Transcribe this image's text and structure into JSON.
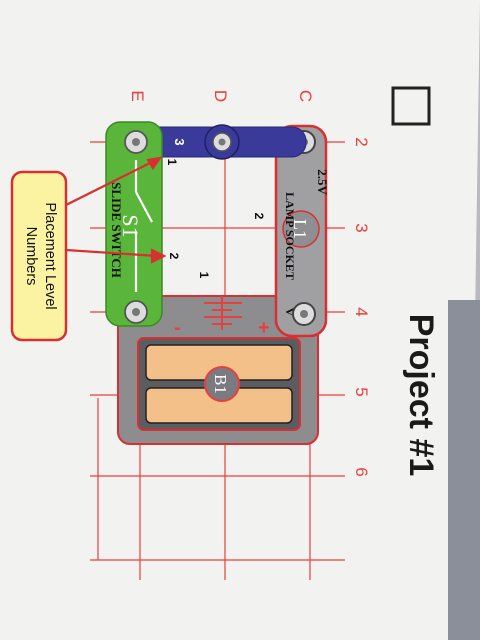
{
  "page": {
    "checkbox_glyph": "",
    "title": "Project #1"
  },
  "grid": {
    "column_labels": [
      "2",
      "3",
      "4",
      "5",
      "6"
    ],
    "row_labels": [
      "C",
      "D",
      "E"
    ]
  },
  "parts": {
    "lamp": {
      "rating": "2.5V",
      "id": "L1",
      "name": "LAMP SOCKET",
      "suffix": "V"
    },
    "switch": {
      "id": "S1",
      "name": "SLIDE SWITCH"
    },
    "battery": {
      "id": "B1",
      "plus": "+",
      "minus": "-"
    },
    "wire": {
      "number": "3"
    }
  },
  "placement_labels": [
    "1",
    "2",
    "2",
    "1"
  ],
  "callout": {
    "line1": "Placement Level",
    "line2": "Numbers"
  },
  "colors": {
    "paper": "#f4f4f2",
    "grid_line": "#e84040",
    "switch_green": "#5ab63a",
    "wire_blue": "#3a3a9a",
    "lamp_gray": "#9a9a9a",
    "battery_cell": "#f3c089",
    "callout_fill": "#fbf3a2"
  }
}
